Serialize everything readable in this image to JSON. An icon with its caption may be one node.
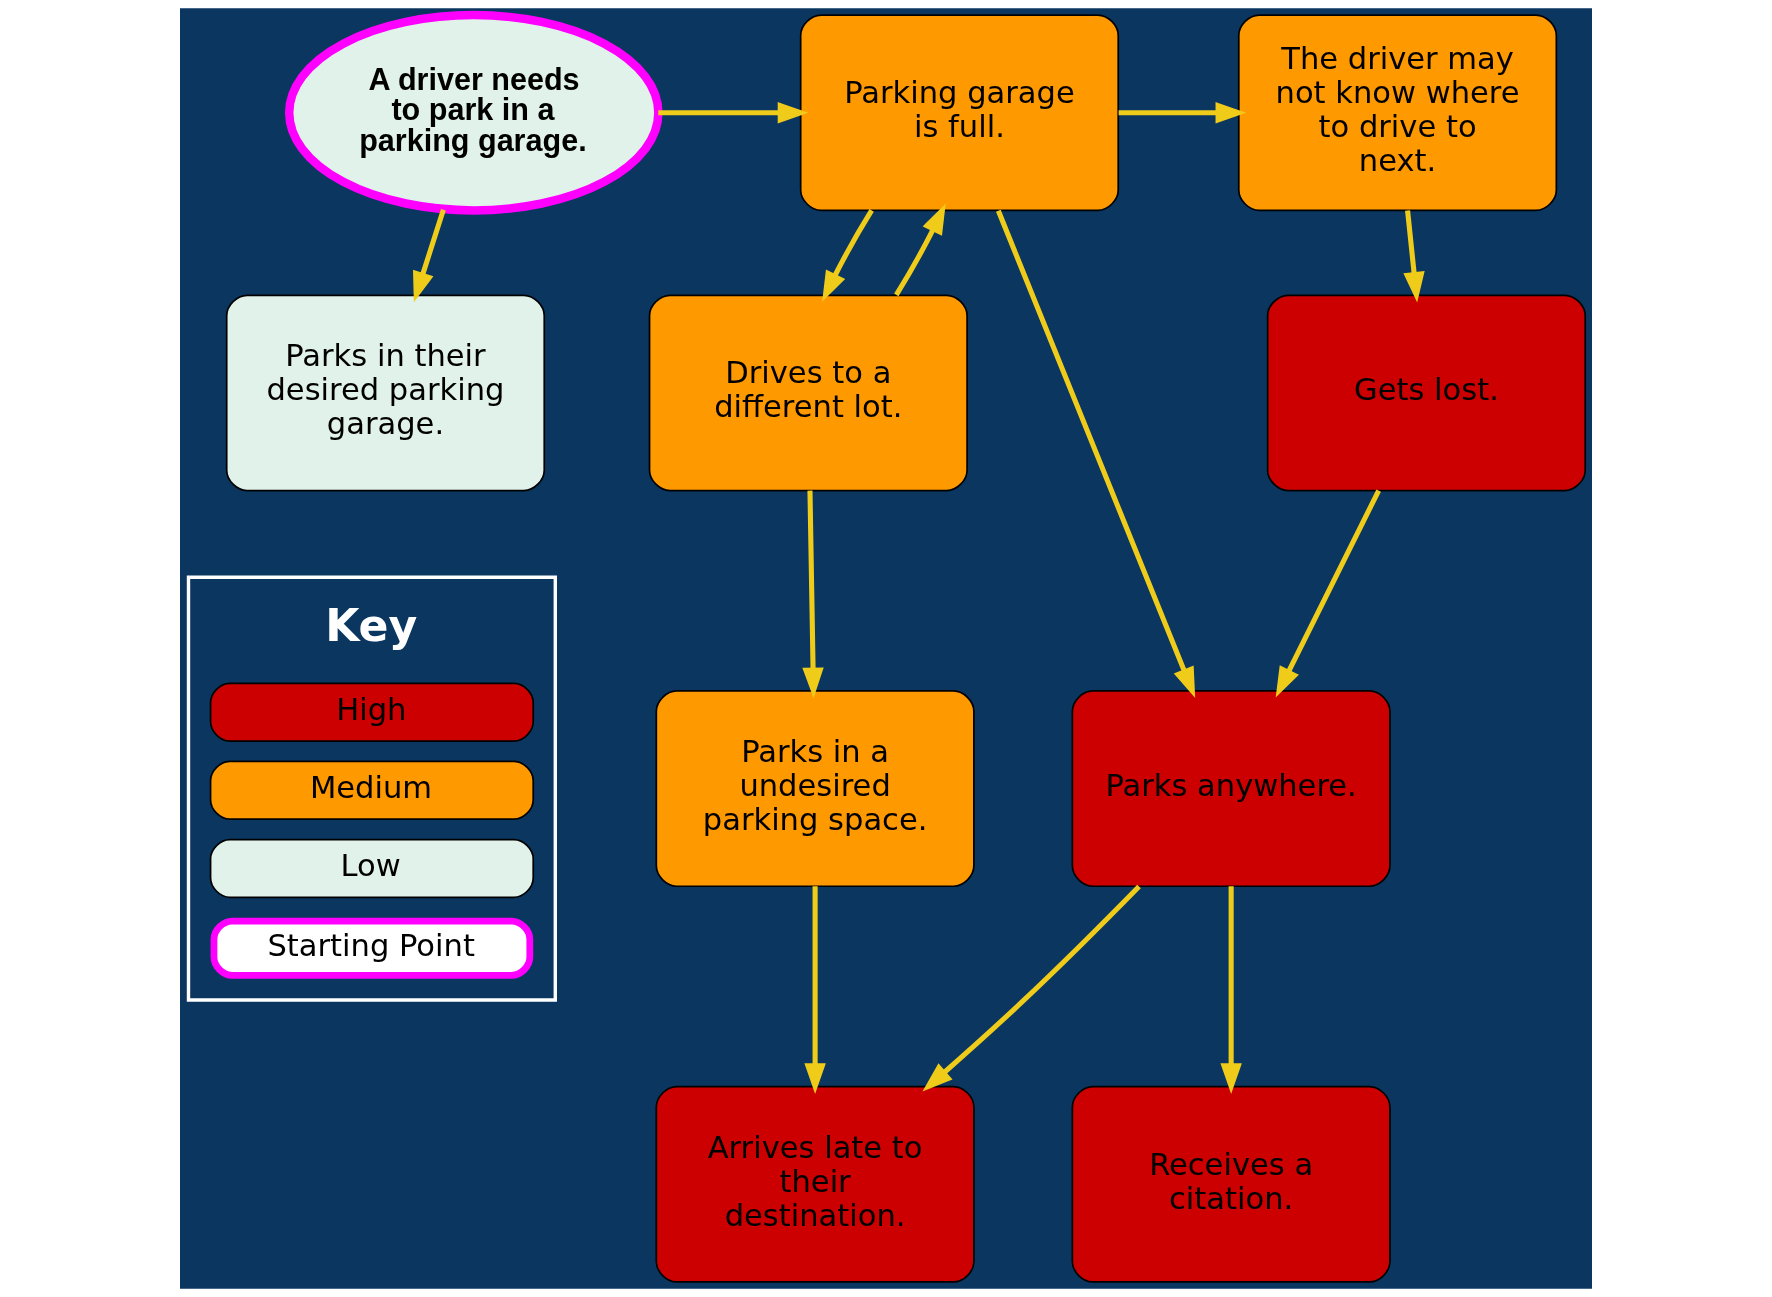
{
  "diagram": {
    "nodes": [
      {
        "text": [
          "A driver needs to park in a parking garage."
        ]
      },
      {
        "text": [
          "Parking garage is full."
        ]
      },
      {
        "text": [
          "The driver may not know where to drive to next."
        ]
      },
      {
        "text": [
          "Parks in their desired parking garage."
        ]
      },
      {
        "text": [
          "Drives to a different lot."
        ]
      },
      {
        "text": [
          "Gets lost."
        ]
      },
      {
        "text": [
          "Parks in a undesired parking space."
        ]
      },
      {
        "text": [
          "Parks anywhere."
        ]
      },
      {
        "text": [
          "Arrives late to their destination."
        ]
      },
      {
        "text": [
          "Receives a citation."
        ]
      }
    ],
    "edges": [
      {
        "from": 0,
        "to": 1,
        "arrow": "to"
      },
      {
        "from": 1,
        "to": 2,
        "arrow": "to"
      },
      {
        "from": 0,
        "to": 3,
        "arrow": "to"
      },
      {
        "from": 1,
        "to": 4,
        "arrow": "to"
      },
      {
        "from": 4,
        "to": 1,
        "arrow": "to"
      },
      {
        "from": 1,
        "to": 7,
        "arrow": "to"
      },
      {
        "from": 2,
        "to": 5,
        "arrow": "to"
      },
      {
        "from": 4,
        "to": 6,
        "arrow": "to"
      },
      {
        "from": 5,
        "to": 7,
        "arrow": "to"
      },
      {
        "from": 7,
        "to": 8,
        "arrow": "to"
      },
      {
        "from": 6,
        "to": 8,
        "arrow": "to"
      },
      {
        "from": 7,
        "to": 9,
        "arrow": "to"
      }
    ],
    "labels": [
      "Key"
    ],
    "legend": [
      {
        "text": "High",
        "color": "#cc0000"
      },
      {
        "text": "Medium",
        "color": "#ff9900"
      },
      {
        "text": "Low",
        "color": "#e0f2ea"
      },
      {
        "text": "Starting Point"
      }
    ]
  }
}
